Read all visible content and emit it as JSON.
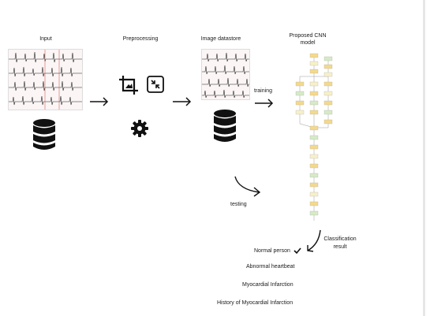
{
  "labels": {
    "input": "Input",
    "preprocessing": "Preprocessing",
    "image_datastore": "Image datastore",
    "model_line1": "Proposed CNN",
    "model_line2": "model",
    "training": "training",
    "testing": "testing",
    "classification_line1": "Classification",
    "classification_line2": "result"
  },
  "results": [
    "Normal person",
    "Abnormal heartbeat",
    "Myocardial Infarction",
    "History of Myocardial Infarction"
  ],
  "icons": {
    "database": "database-icon",
    "crop": "crop-image-icon",
    "resize": "resize-icon",
    "settings": "gear-icon",
    "check": "check-icon"
  }
}
